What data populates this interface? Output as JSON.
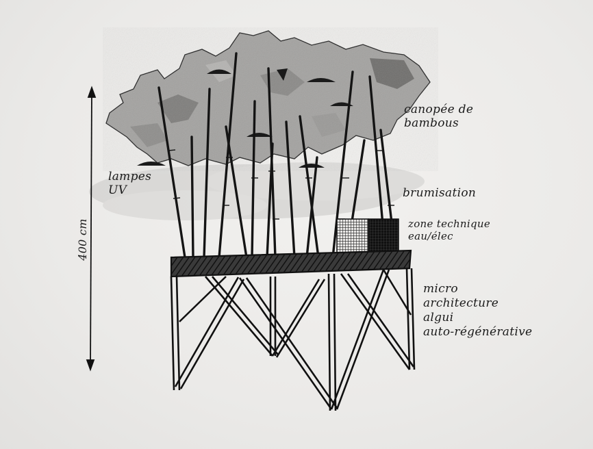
{
  "annotations": {
    "canopy": [
      "canopée de",
      "bambous"
    ],
    "lamps": [
      "lampes",
      "UV"
    ],
    "mist": [
      "brumisation"
    ],
    "technical_zone": [
      "zone technique",
      "eau/élec"
    ],
    "micro_architecture": [
      "micro",
      "architecture",
      "algui",
      "auto-régénérative"
    ],
    "height": "400 cm"
  },
  "colors": {
    "ink": "#1b1b1b",
    "paper": "#eeedeb",
    "foliage": "#8f8f8f"
  }
}
